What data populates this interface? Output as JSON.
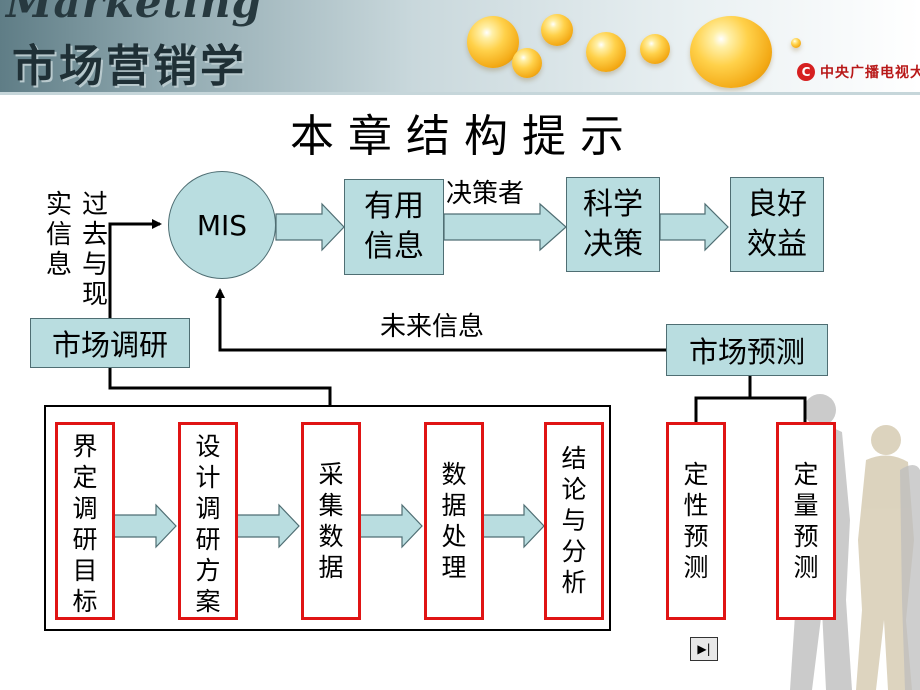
{
  "header": {
    "brand_en": "Marketing",
    "course_title": "市场营销学",
    "university": "中央广播电视大学",
    "logo_letter": "C"
  },
  "slide_title": "本章结构提示",
  "diagram": {
    "mis": "MIS",
    "useful_info": "有用信息",
    "decision_maker_label": "决策者",
    "scientific_decision": "科学决策",
    "good_benefit": "良好效益",
    "past_present_info": [
      "实信息",
      "过去与现"
    ],
    "market_research": "市场调研",
    "future_info_label": "未来信息",
    "market_forecast": "市场预测",
    "research_steps": [
      "界定调研目标",
      "设计调研方案",
      "采集数据",
      "数据处理",
      "结论与分析"
    ],
    "forecast_types": [
      "定性预测",
      "定量预测"
    ]
  },
  "nav": {
    "next_icon": "next-slide-icon",
    "next_glyph": "▶|"
  },
  "colors": {
    "box_fill": "#b9dde0",
    "step_border": "#e01414",
    "arrow_fill": "#b9dde0"
  }
}
